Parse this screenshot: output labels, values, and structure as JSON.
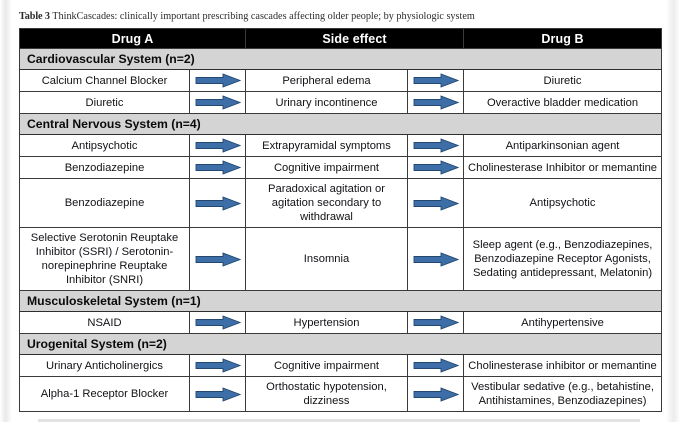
{
  "caption": {
    "label": "Table 3",
    "text": "ThinkCascades: clinically important prescribing cascades affecting older people; by physiologic system"
  },
  "table": {
    "columns": [
      "Drug A",
      "Side effect",
      "Drug B"
    ],
    "arrow_icon": "right-block-arrow-icon",
    "arrow_color": "#3d6ea8",
    "header_bg": "#000000",
    "section_bg": "#d4d4d4",
    "sections": [
      {
        "title": "Cardiovascular System (n=2)",
        "rows": [
          {
            "drug_a": "Calcium Channel Blocker",
            "side_effect": "Peripheral edema",
            "drug_b": "Diuretic"
          },
          {
            "drug_a": "Diuretic",
            "side_effect": "Urinary incontinence",
            "drug_b": "Overactive bladder medication"
          }
        ]
      },
      {
        "title": "Central Nervous System (n=4)",
        "rows": [
          {
            "drug_a": "Antipsychotic",
            "side_effect": "Extrapyramidal symptoms",
            "drug_b": "Antiparkinsonian agent"
          },
          {
            "drug_a": "Benzodiazepine",
            "side_effect": "Cognitive impairment",
            "drug_b": "Cholinesterase Inhibitor or memantine"
          },
          {
            "drug_a": "Benzodiazepine",
            "side_effect": "Paradoxical agitation or agitation secondary to withdrawal",
            "drug_b": "Antipsychotic"
          },
          {
            "drug_a": "Selective Serotonin Reuptake Inhibitor (SSRI) / Serotonin-norepinephrine Reuptake Inhibitor (SNRI)",
            "side_effect": "Insomnia",
            "drug_b": "Sleep agent (e.g., Benzodiazepines, Benzodiazepine Receptor Agonists, Sedating antidepressant, Melatonin)"
          }
        ]
      },
      {
        "title": "Musculoskeletal System (n=1)",
        "rows": [
          {
            "drug_a": "NSAID",
            "side_effect": "Hypertension",
            "drug_b": "Antihypertensive"
          }
        ]
      },
      {
        "title": "Urogenital System (n=2)",
        "rows": [
          {
            "drug_a": "Urinary Anticholinergics",
            "side_effect": "Cognitive impairment",
            "drug_b": "Cholinesterase inhibitor or memantine"
          },
          {
            "drug_a": "Alpha-1 Receptor Blocker",
            "side_effect": "Orthostatic hypotension, dizziness",
            "drug_b": "Vestibular sedative (e.g., betahistine, Antihistamines, Benzodiazepines)"
          }
        ]
      }
    ]
  }
}
